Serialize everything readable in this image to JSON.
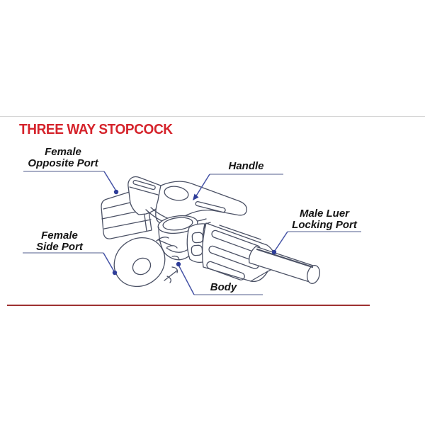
{
  "title": "THREE WAY STOPCOCK",
  "labels": {
    "female_opposite_port": {
      "line1": "Female",
      "line2": "Opposite Port"
    },
    "handle": {
      "line1": "Handle"
    },
    "male_luer_locking_port": {
      "line1": "Male Luer",
      "line2": "Locking Port"
    },
    "female_side_port": {
      "line1": "Female",
      "line2": "Side Port"
    },
    "body": {
      "line1": "Body"
    }
  },
  "colors": {
    "title_red": "#d5232b",
    "bottom_rule_red": "#9e3131",
    "top_rule_gray": "#d6d6d6",
    "leader_underline": "#8b93b3",
    "leader_diagonal": "#4553a6",
    "leader_marker": "#2e3d99",
    "drawing_stroke": "#4b5165",
    "label_text": "#151515",
    "background": "#ffffff"
  }
}
